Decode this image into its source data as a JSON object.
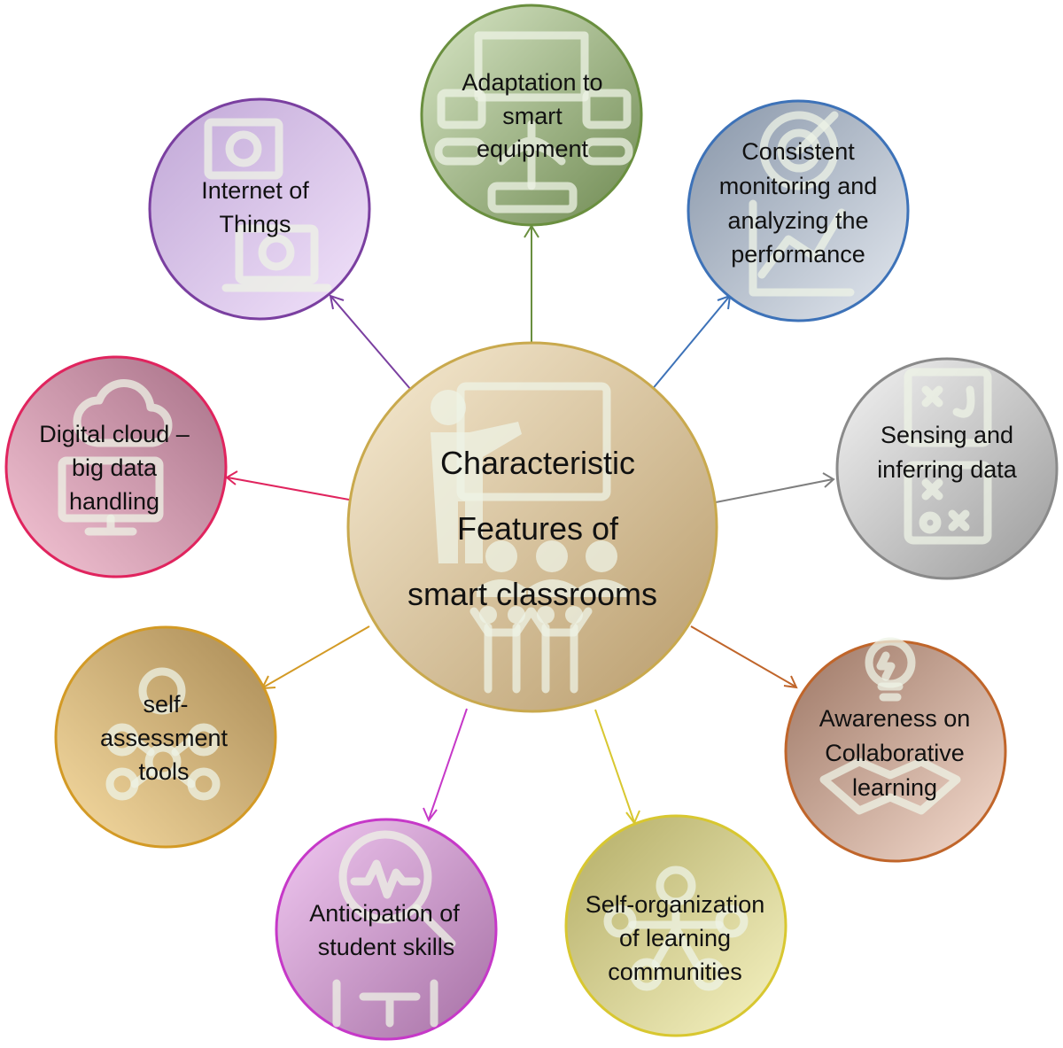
{
  "center": {
    "lines": [
      "Characteristic",
      "Features of",
      "smart classrooms"
    ],
    "icon": "teacher-presentation-icon"
  },
  "nodes": [
    {
      "id": "adaptation",
      "lines": [
        "Adaptation to",
        "smart",
        "equipment"
      ],
      "color": "#6a8f3f",
      "fill_light": "#d8e6c6",
      "fill_dark": "#6f8a52",
      "icon": "robot-equipment-icon"
    },
    {
      "id": "monitoring",
      "lines": [
        "Consistent",
        "monitoring and",
        "analyzing the",
        "performance"
      ],
      "color": "#3d72b8",
      "fill_light": "#dde3ec",
      "fill_dark": "#8795a8",
      "icon": "target-analytics-icon"
    },
    {
      "id": "sensing",
      "lines": [
        "Sensing and",
        "inferring data"
      ],
      "color": "#7f7f7f",
      "fill_light": "#f4f4f4",
      "fill_dark": "#9a9a9a",
      "icon": "strategy-board-icon"
    },
    {
      "id": "awareness",
      "lines": [
        "Awareness on",
        "Collaborative",
        "learning"
      ],
      "color": "#c0652a",
      "fill_light": "#f6ddd0",
      "fill_dark": "#a87c67",
      "icon": "lightbulb-handshake-icon"
    },
    {
      "id": "selforg",
      "lines": [
        "Self-organization",
        "of learning",
        "communities"
      ],
      "color": "#d8c730",
      "fill_light": "#f7f4c4",
      "fill_dark": "#b3ac66",
      "icon": "community-network-icon"
    },
    {
      "id": "anticipation",
      "lines": [
        "Anticipation of",
        "student skills"
      ],
      "color": "#c638c8",
      "fill_light": "#f1c9f2",
      "fill_dark": "#a670a4",
      "icon": "magnifier-pulse-icon"
    },
    {
      "id": "selfassess",
      "lines": [
        "self-",
        "assessment",
        "tools"
      ],
      "color": "#d39a25",
      "fill_light": "#f7dca2",
      "fill_dark": "#a98a55",
      "icon": "people-network-icon"
    },
    {
      "id": "cloud",
      "lines": [
        "Digital cloud –",
        "big data",
        "handling"
      ],
      "color": "#e0245e",
      "fill_light": "#f6c6d6",
      "fill_dark": "#a77087",
      "icon": "cloud-computer-icon"
    },
    {
      "id": "iot",
      "lines": [
        "Internet of",
        "Things"
      ],
      "color": "#7a3fa0",
      "fill_light": "#f2e3fb",
      "fill_dark": "#c0a7d6",
      "icon": "globe-laptop-icon"
    }
  ]
}
